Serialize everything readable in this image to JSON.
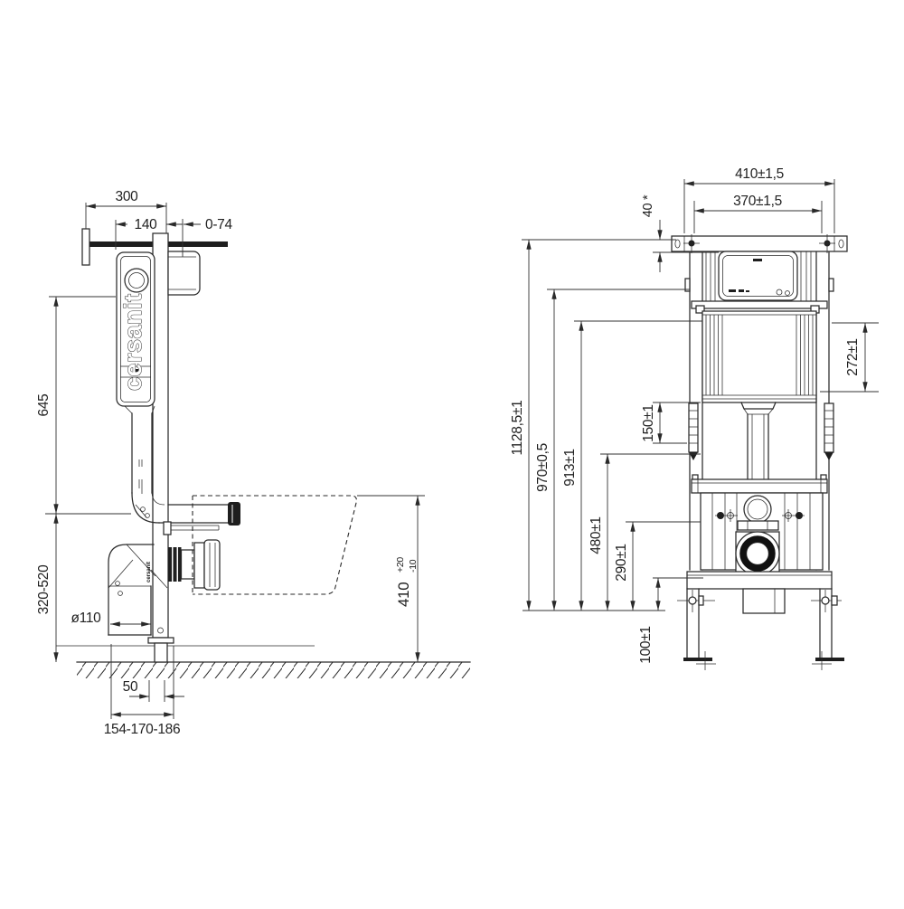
{
  "drawing": {
    "brand_logo": "cersanit",
    "side_view": {
      "dim_width_top": "300",
      "dim_cistern_offset": "140",
      "dim_plate_adjust": "0-74",
      "dim_cistern_height": "645",
      "dim_bend_height": "320-520",
      "dim_drain_diameter": "ø110",
      "dim_foot_width": "50",
      "dim_wall_distance": "154-170-186",
      "dim_bowl_height": "410",
      "dim_bowl_tol_plus": "+20",
      "dim_bowl_tol_minus": "-10",
      "elbow_marking": "cersanit"
    },
    "front_view": {
      "dim_width_outer": "410±1,5",
      "dim_width_inner": "370±1,5",
      "dim_top_offset": "40 *",
      "dim_total_height": "1128,5±1",
      "dim_height_970": "970±0,5",
      "dim_height_913": "913±1",
      "dim_cistern_272": "272±1",
      "dim_height_150": "150±1",
      "dim_height_480": "480±1",
      "dim_height_290": "290±1",
      "dim_height_100": "100±1"
    }
  }
}
